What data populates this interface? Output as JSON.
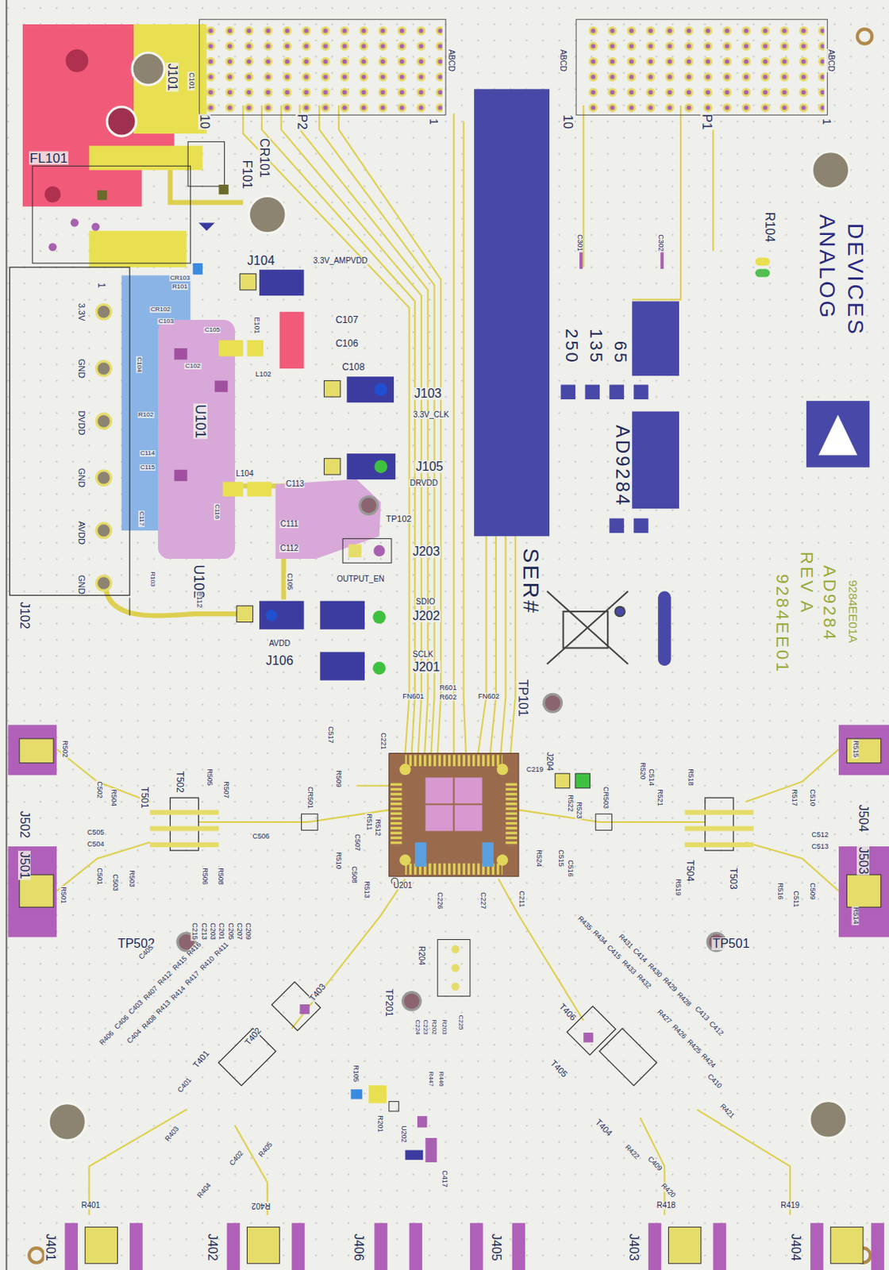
{
  "diagram": {
    "labels": [
      "FL101",
      "J101",
      "C101",
      "F101",
      "CR101",
      "10",
      "P2",
      "1",
      "ABCD",
      "10",
      "P1",
      "1",
      "ABCD",
      "ABCD",
      "R104",
      "ANALOG",
      "DEVICES",
      "250",
      "135",
      "65",
      "AD9284",
      "9284EE01",
      "REV A",
      "AD9284",
      "9284EE01A",
      "SER#",
      "C301",
      "C302",
      "J104",
      "3.3V_AMPVDD",
      "1",
      "3.3V",
      "GND",
      "DVDD",
      "GND",
      "AVDD",
      "GND",
      "J102",
      "CR103",
      "R101",
      "CR102",
      "C103",
      "C104",
      "C102",
      "C105",
      "R102",
      "C114",
      "C115",
      "C117",
      "U101",
      "C116",
      "R103",
      "U102",
      "E101",
      "L102",
      "C107",
      "C106",
      "C108",
      "J103",
      "3.3V_CLK",
      "L104",
      "C113",
      "C111",
      "C112",
      "J105",
      "DRVDD",
      "TP102",
      "J203",
      "OUTPUT_EN",
      "C105",
      "E112",
      "AVDD",
      "J106",
      "SDIO",
      "J202",
      "SCLK",
      "J201",
      "FN601",
      "R601",
      "R602",
      "FN602",
      "TP101",
      "J204",
      "C517",
      "C221",
      "C219",
      "R511",
      "R512",
      "U201",
      "J502",
      "J501",
      "R502",
      "R501",
      "C502",
      "R504",
      "T501",
      "T502",
      "R505",
      "R507",
      "C505",
      "C504",
      "C501",
      "C503",
      "R503",
      "R506",
      "R508",
      "C506",
      "CR501",
      "R509",
      "R510",
      "C507",
      "C508",
      "R513",
      "TP502",
      "J504",
      "J503",
      "R515",
      "R514",
      "C510",
      "R517",
      "C512",
      "C513",
      "C509",
      "C511",
      "R516",
      "T503",
      "T504",
      "R518",
      "R519",
      "R520",
      "C514",
      "R521",
      "R522",
      "R523",
      "CR503",
      "C515",
      "C516",
      "R524",
      "TP501",
      "C215",
      "C213",
      "C203",
      "C201",
      "C205",
      "C207",
      "C209",
      "C226",
      "C227",
      "C211",
      "R204",
      "TP201",
      "C224",
      "C223",
      "R202",
      "R203",
      "C225",
      "R105",
      "R201",
      "U202",
      "R447",
      "R446",
      "C417",
      "J401",
      "J402",
      "J406",
      "J405",
      "J403",
      "J404",
      "R401",
      "R402",
      "R418",
      "R419",
      "R403",
      "R404",
      "C402",
      "R405",
      "C401",
      "T401",
      "T402",
      "T403",
      "C406",
      "C403",
      "R407",
      "R412",
      "R415",
      "R416",
      "C404",
      "R408",
      "R413",
      "R414",
      "R417",
      "R410",
      "R411",
      "C405",
      "R406",
      "R435",
      "R434",
      "C415",
      "R433",
      "R432",
      "R431",
      "C414",
      "R430",
      "R429",
      "R428",
      "R427",
      "R426",
      "R425",
      "R424",
      "C413",
      "C412",
      "T406",
      "T405",
      "T404",
      "R422",
      "C409",
      "R420",
      "C410",
      "R421"
    ]
  }
}
